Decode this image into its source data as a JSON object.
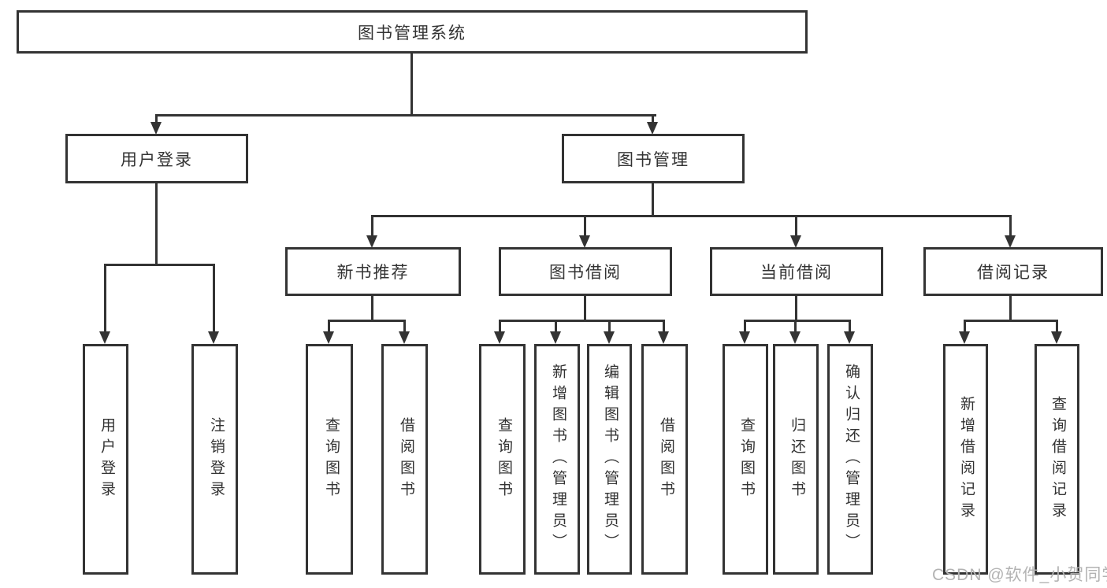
{
  "tree": {
    "root": "图书管理系统",
    "branches": [
      {
        "label": "用户登录",
        "children": [
          "用户登录",
          "注销登录"
        ]
      },
      {
        "label": "图书管理",
        "sub": [
          {
            "label": "新书推荐",
            "children": [
              "查询图书",
              "借阅图书"
            ]
          },
          {
            "label": "图书借阅",
            "children": [
              "查询图书",
              "新增图书（管理员）",
              "编辑图书（管理员）",
              "借阅图书"
            ]
          },
          {
            "label": "当前借阅",
            "children": [
              "查询图书",
              "归还图书",
              "确认归还（管理员）"
            ]
          },
          {
            "label": "借阅记录",
            "children": [
              "新增借阅记录",
              "查询借阅记录"
            ]
          }
        ]
      }
    ]
  },
  "watermark": "CSDN @软件_小贺同学",
  "colors": {
    "line": "#333333",
    "text": "#333333",
    "box_bg": "#ffffff",
    "watermark": "#b3b3b3",
    "background": "#ffffff"
  }
}
